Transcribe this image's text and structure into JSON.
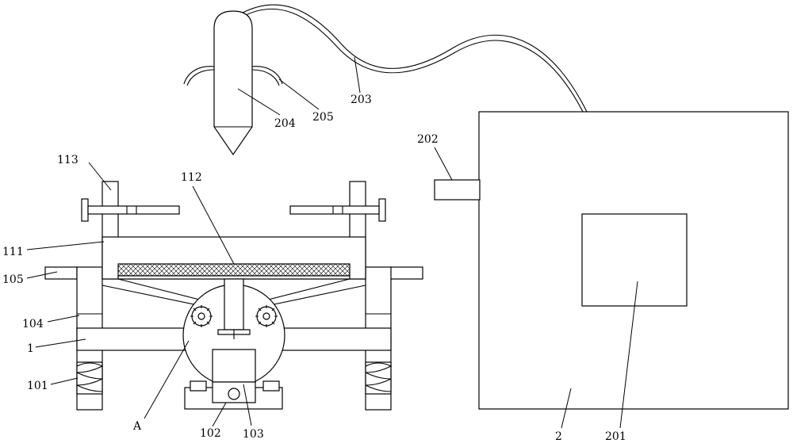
{
  "labels": {
    "l113": "113",
    "l112": "112",
    "l111": "111",
    "l105": "105",
    "l104": "104",
    "l1": "1",
    "l101": "101",
    "lA": "A",
    "l102": "102",
    "l103": "103",
    "l204": "204",
    "l205": "205",
    "l203": "203",
    "l202": "202",
    "l2": "2",
    "l201": "201"
  },
  "colors": {
    "stroke": "#000000",
    "background": "#ffffff"
  }
}
